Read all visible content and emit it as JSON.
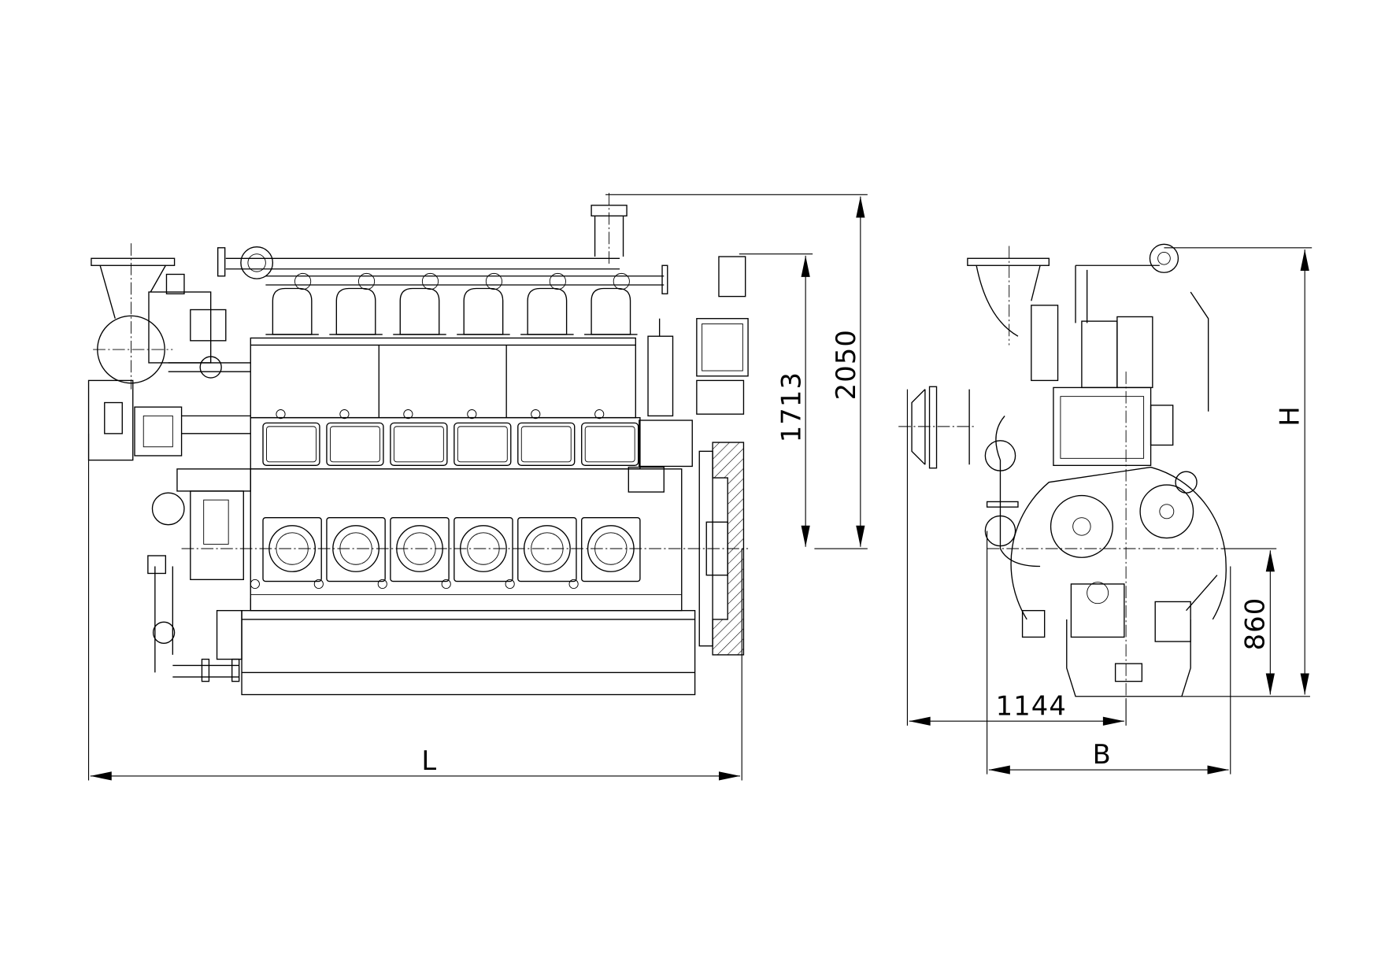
{
  "drawing": {
    "front_view": {
      "dimensions": {
        "overall_height": "2050",
        "crank_to_top": "1713",
        "length": "L"
      }
    },
    "side_view": {
      "dimensions": {
        "center_offset": "1144",
        "width": "B",
        "crank_height": "860",
        "height": "H"
      }
    },
    "cylinder_count": 6
  }
}
